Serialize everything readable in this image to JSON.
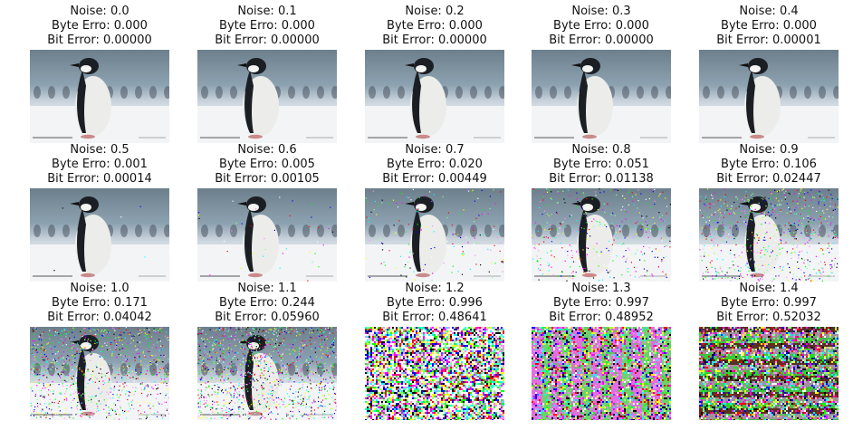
{
  "chart_data": {
    "type": "image-grid",
    "panels": [
      {
        "noise": "0.0",
        "byte_error": "0.000",
        "bit_error": "0.00000"
      },
      {
        "noise": "0.1",
        "byte_error": "0.000",
        "bit_error": "0.00000"
      },
      {
        "noise": "0.2",
        "byte_error": "0.000",
        "bit_error": "0.00000"
      },
      {
        "noise": "0.3",
        "byte_error": "0.000",
        "bit_error": "0.00000"
      },
      {
        "noise": "0.4",
        "byte_error": "0.000",
        "bit_error": "0.00001"
      },
      {
        "noise": "0.5",
        "byte_error": "0.001",
        "bit_error": "0.00014"
      },
      {
        "noise": "0.6",
        "byte_error": "0.005",
        "bit_error": "0.00105"
      },
      {
        "noise": "0.7",
        "byte_error": "0.020",
        "bit_error": "0.00449"
      },
      {
        "noise": "0.8",
        "byte_error": "0.051",
        "bit_error": "0.01138"
      },
      {
        "noise": "0.9",
        "byte_error": "0.106",
        "bit_error": "0.02447"
      },
      {
        "noise": "1.0",
        "byte_error": "0.171",
        "bit_error": "0.04042"
      },
      {
        "noise": "1.1",
        "byte_error": "0.244",
        "bit_error": "0.05960"
      },
      {
        "noise": "1.2",
        "byte_error": "0.996",
        "bit_error": "0.48641"
      },
      {
        "noise": "1.3",
        "byte_error": "0.997",
        "bit_error": "0.48952"
      },
      {
        "noise": "1.4",
        "byte_error": "0.997",
        "bit_error": "0.52032"
      }
    ],
    "label_prefixes": {
      "noise": "Noise: ",
      "byte_error": "Byte Erro: ",
      "bit_error": "Bit Error: "
    }
  }
}
